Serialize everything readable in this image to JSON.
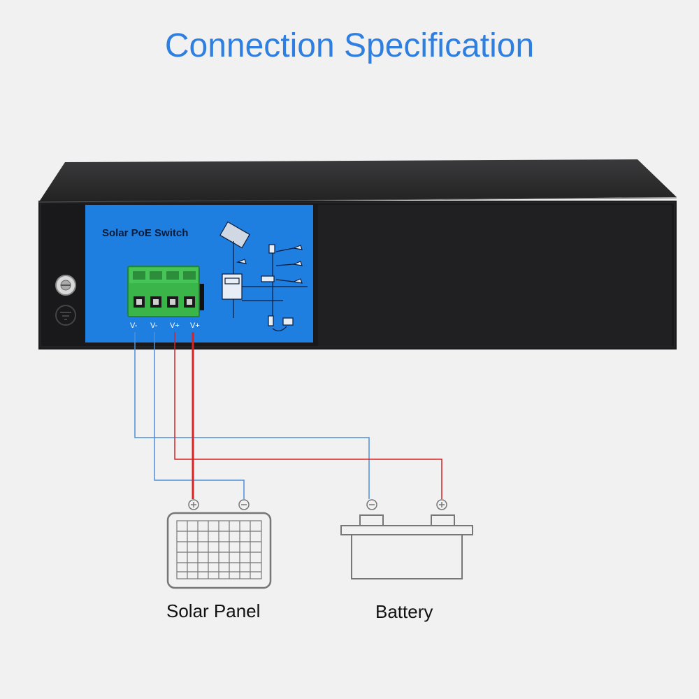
{
  "title": "Connection Specification",
  "device": {
    "label_title": "Solar PoE Switch",
    "terminals": [
      "V-",
      "V-",
      "V+",
      "V+"
    ]
  },
  "components": {
    "solar_panel": {
      "caption": "Solar Panel",
      "positive": "+",
      "negative": "−"
    },
    "battery": {
      "caption": "Battery",
      "positive": "+",
      "negative": "−"
    }
  },
  "colors": {
    "title": "#2f7fe0",
    "negative_wire": "#4a90d9",
    "positive_wire": "#e02020",
    "label_blue": "#1f7fe0",
    "terminal_green": "#3ab54a",
    "device_body": "#1d1d1f"
  }
}
